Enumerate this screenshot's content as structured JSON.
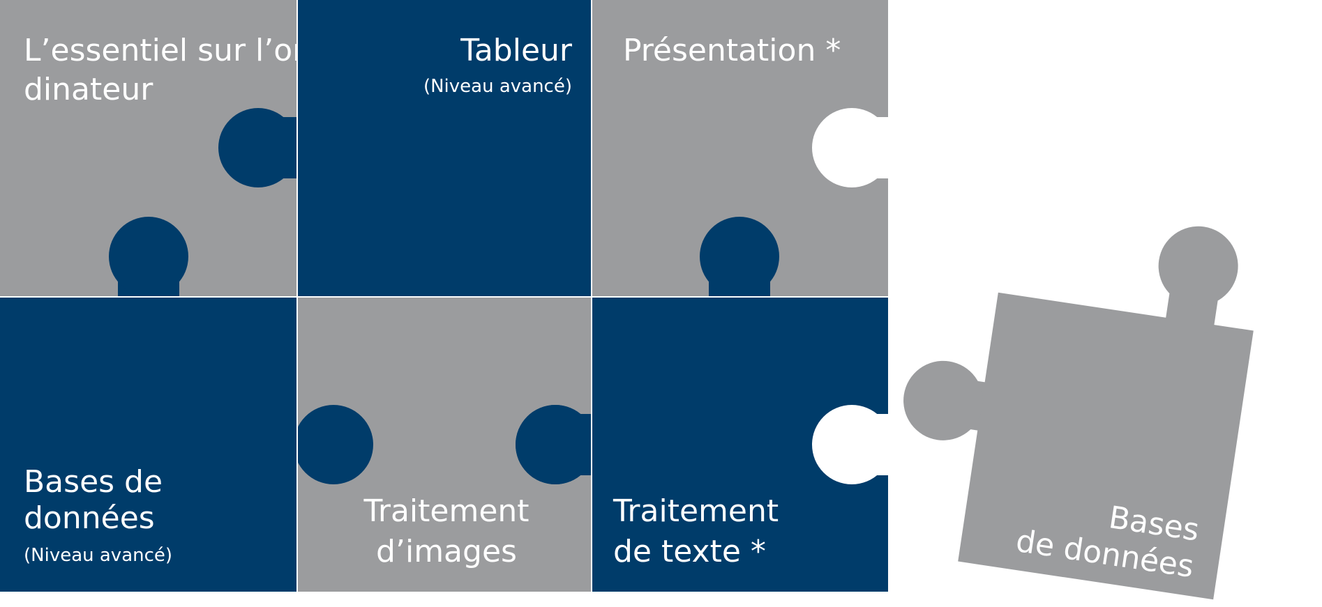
{
  "colors": {
    "navy": "#003c6a",
    "gray": "#9b9c9e",
    "background": "#ffffff",
    "text": "#ffffff"
  },
  "pieces": {
    "essentiel": {
      "line1": "L’essentiel sur l’or-",
      "line2": "dinateur"
    },
    "tableur": {
      "title": "Tableur",
      "note": "(Niveau avancé)"
    },
    "presentation": {
      "title": "Présentation *"
    },
    "bases_grid": {
      "line1": "Bases de",
      "line2": "données",
      "note": "(Niveau avancé)"
    },
    "images": {
      "line1": "Traitement",
      "line2": "d’images"
    },
    "texte": {
      "line1": "Traitement",
      "line2": "de texte *"
    },
    "bases_loose": {
      "line1": "Bases",
      "line2": "de données"
    }
  }
}
